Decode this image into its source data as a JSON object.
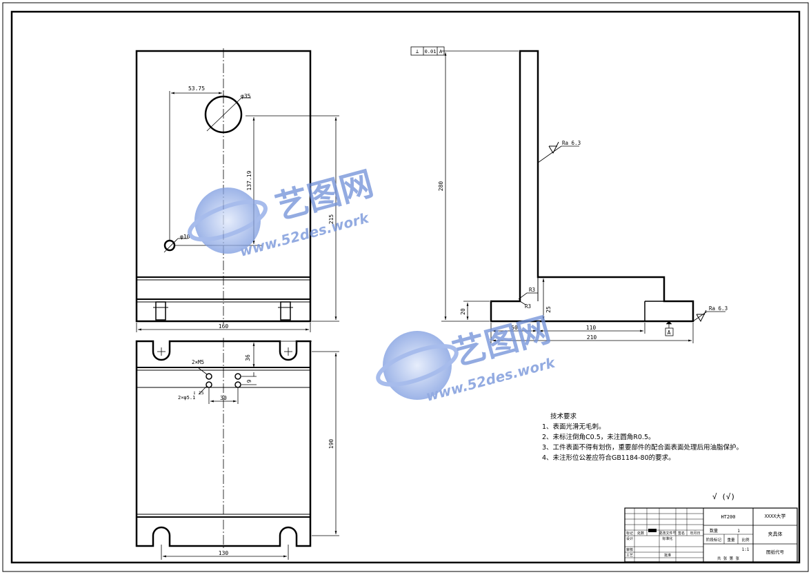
{
  "drawing": {
    "front_view": {
      "dim_width": "160",
      "dim_height": "215",
      "dim_hole_offset_x": "53.75",
      "dim_big_hole": "φ35",
      "dim_hole_spacing": "137.19",
      "dim_small_hole": "φ10"
    },
    "top_view": {
      "dim_slot_spacing": "130",
      "dim_height": "190",
      "dim_36": "36",
      "dim_9": "9",
      "dim_30": "30",
      "label_tapped": "2×M5",
      "label_drill_1": "2×φ5.1",
      "label_drill_2": "↧ 15"
    },
    "side_view": {
      "dim_280": "280",
      "dim_210": "210",
      "dim_110": "110",
      "dim_50": "50",
      "dim_20": "20",
      "dim_25": "25",
      "radius_1": "R3",
      "radius_2": "R3",
      "roughness_1": "Ra 6.3",
      "roughness_2": "Ra 6.3",
      "gdt_symbol": "⊥",
      "gdt_value": "0.01",
      "gdt_datum": "A",
      "datum_label": "A"
    },
    "tech_requirements": {
      "title": "技术要求",
      "items": [
        "1、表面光滑无毛刺。",
        "2、未标注倒角C0.5，未注圆角R0.5。",
        "3、工件表面不得有划伤，重要部件的配合面表面处理后用油脂保护。",
        "4、未注形位公差应符合GB1184-80的要求。"
      ]
    },
    "roughness_default": "√ (√)",
    "title_block": {
      "material": "HT200",
      "school": "XXXX大学",
      "part_name": "夹具体",
      "quantity_label": "数量",
      "quantity": "1",
      "weight_label": "重量",
      "scale_label": "比例",
      "scale": "1:1",
      "drawing_no_label": "图纸代号",
      "designer_label": "设计",
      "checker_label": "审核",
      "process_label": "工艺",
      "approve_label": "批准",
      "mark_label": "标记",
      "count_label": "处数",
      "zone_label": "分区",
      "change_doc_label": "更改文件号",
      "sign_label": "签名",
      "date_label": "年月日",
      "std_label": "标准化",
      "stage_mark_label": "阶段标记",
      "sheet_labels": "共 张 第 张"
    },
    "watermark": {
      "brand": "艺图网",
      "url": "www.52des.work"
    }
  }
}
